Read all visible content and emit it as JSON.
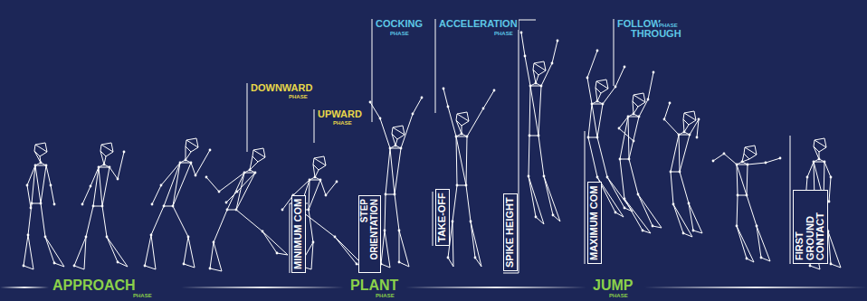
{
  "diagram": {
    "labels": [
      "DOWNWARD",
      "PHASE",
      "UPWARD",
      "PHASE",
      "COCKING",
      "PHASE",
      "ACCELERATION",
      "PHASE",
      "FOLLOW",
      "PHASE",
      "THROUGH",
      "MINIMUM COM",
      "STEP ORIENTATION",
      "TAKE-OFF",
      "SPIKE HEIGHT",
      "MAXIMUM COM",
      "FIRST GROUND CONTACT",
      "APPROACH",
      "PHASE",
      "PLANT",
      "PHASE",
      "JUMP",
      "PHASE"
    ]
  }
}
